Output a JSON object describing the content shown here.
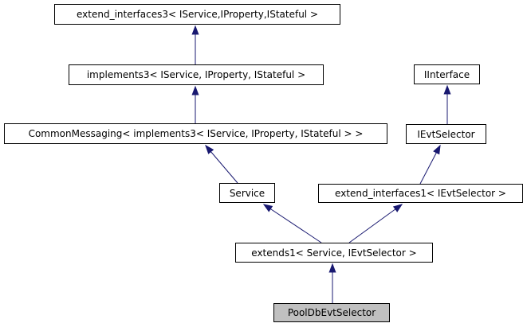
{
  "diagram": {
    "type": "class-inheritance-graph",
    "selected_node": "PoolDbEvtSelector",
    "colors": {
      "arrow": "#191970",
      "box_border": "#000000",
      "box_fill": "#ffffff",
      "selected_box_fill": "#c0c0c0",
      "background": "#ffffff"
    },
    "nodes": [
      {
        "id": "extend_interfaces3",
        "label": "extend_interfaces3< IService,IProperty,IStateful >"
      },
      {
        "id": "implements3",
        "label": "implements3< IService, IProperty, IStateful >"
      },
      {
        "id": "CommonMessaging",
        "label": "CommonMessaging< implements3< IService, IProperty, IStateful > >"
      },
      {
        "id": "IInterface",
        "label": "IInterface"
      },
      {
        "id": "IEvtSelector",
        "label": "IEvtSelector"
      },
      {
        "id": "Service",
        "label": "Service"
      },
      {
        "id": "extend_interfaces1",
        "label": "extend_interfaces1< IEvtSelector >"
      },
      {
        "id": "extends1",
        "label": "extends1< Service, IEvtSelector >"
      },
      {
        "id": "PoolDbEvtSelector",
        "label": "PoolDbEvtSelector"
      }
    ],
    "edges": [
      {
        "from": "implements3",
        "to": "extend_interfaces3"
      },
      {
        "from": "CommonMessaging",
        "to": "implements3"
      },
      {
        "from": "Service",
        "to": "CommonMessaging"
      },
      {
        "from": "IEvtSelector",
        "to": "IInterface"
      },
      {
        "from": "extend_interfaces1",
        "to": "IEvtSelector"
      },
      {
        "from": "extends1",
        "to": "Service"
      },
      {
        "from": "extends1",
        "to": "extend_interfaces1"
      },
      {
        "from": "PoolDbEvtSelector",
        "to": "extends1"
      }
    ]
  }
}
